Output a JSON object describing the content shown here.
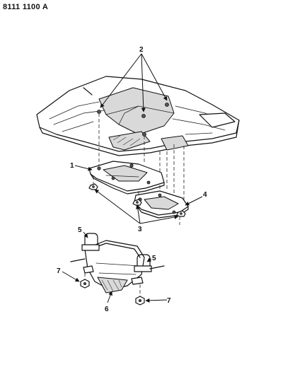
{
  "document_id": "8111 1100 A",
  "callouts": {
    "c1": "1",
    "c2": "2",
    "c3": "3",
    "c4": "4",
    "c5a": "5",
    "c5b": "5",
    "c6": "6",
    "c7a": "7",
    "c7b": "7"
  }
}
